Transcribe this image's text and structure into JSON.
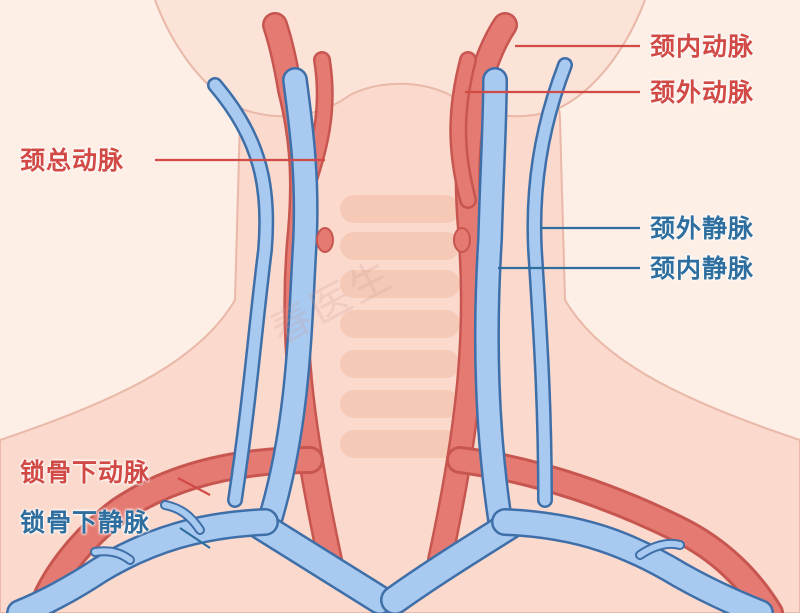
{
  "labels": {
    "internal_carotid": "颈内动脉",
    "external_carotid": "颈外动脉",
    "common_carotid": "颈总动脉",
    "external_jugular": "颈外静脉",
    "internal_jugular": "颈内静脉",
    "subclavian_artery": "锁骨下动脉",
    "subclavian_vein": "锁骨下静脉"
  },
  "watermark": "春医生",
  "colors": {
    "artery": "#e57a72",
    "artery_line": "#c75650",
    "vein": "#a9caf0",
    "vein_line": "#3f6fa8",
    "skin": "#fdeee6",
    "neck": "#fbd9cc",
    "trachea": "#f5cbb6",
    "label_red": "#d14a45",
    "label_blue": "#2f6f9f"
  }
}
